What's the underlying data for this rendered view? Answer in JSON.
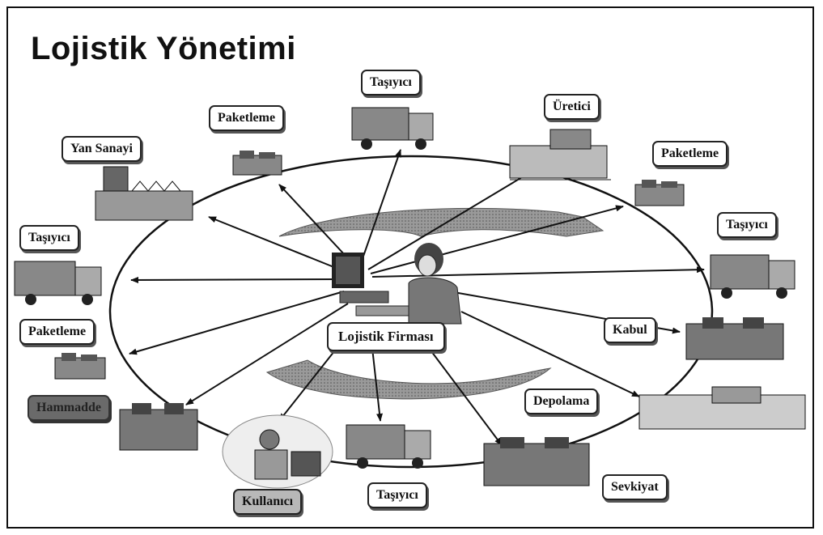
{
  "title": "Lojistik Yönetimi",
  "center_label": "Lojistik Firması",
  "labels": {
    "tasiyici_top": "Taşıyıcı",
    "paketleme_top": "Paketleme",
    "uretici": "Üretici",
    "yan_sanayi": "Yan Sanayi",
    "paketleme_right": "Paketleme",
    "tasiyici_left": "Taşıyıcı",
    "tasiyici_right": "Taşıyıcı",
    "paketleme_left": "Paketleme",
    "kabul": "Kabul",
    "hammadde": "Hammadde",
    "depolama": "Depolama",
    "kullanici": "Kullanıcı",
    "tasiyici_bottom": "Taşıyıcı",
    "sevkiyat": "Sevkiyat"
  },
  "colors": {
    "ink": "#111111",
    "box_border": "#222222",
    "dark_box": "#6a6a6a",
    "arrow_band": "#8a8a8a"
  }
}
